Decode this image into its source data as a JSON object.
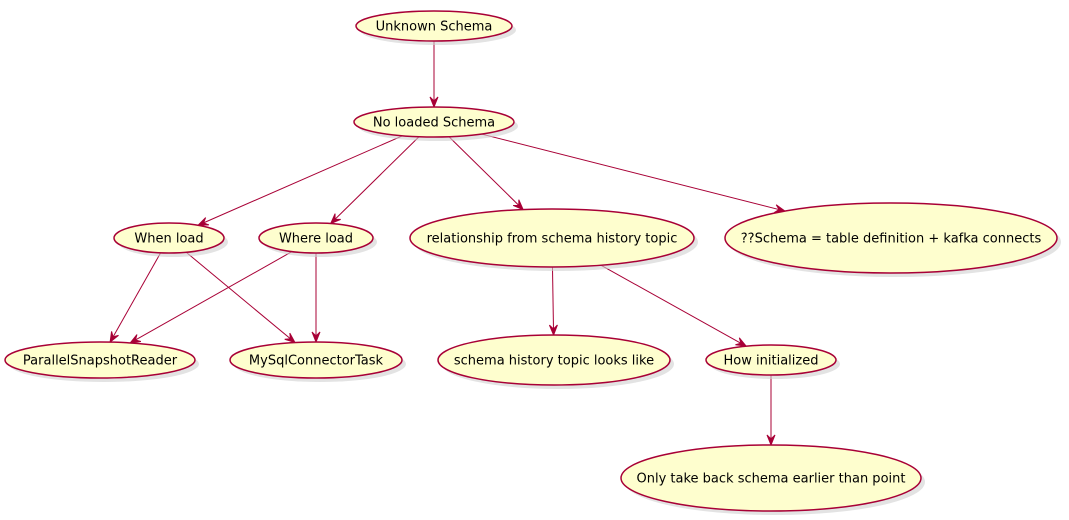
{
  "diagram": {
    "nodes": [
      {
        "id": "unknown_schema",
        "label": "Unknown Schema"
      },
      {
        "id": "no_loaded_schema",
        "label": "No loaded Schema"
      },
      {
        "id": "when_load",
        "label": "When load"
      },
      {
        "id": "where_load",
        "label": "Where load"
      },
      {
        "id": "relationship",
        "label": "relationship from schema history topic"
      },
      {
        "id": "schema_def",
        "label": "??Schema = table definition + kafka connects"
      },
      {
        "id": "parallel_reader",
        "label": "ParallelSnapshotReader"
      },
      {
        "id": "mysql_task",
        "label": "MySqlConnectorTask"
      },
      {
        "id": "history_looks",
        "label": "schema history topic looks like"
      },
      {
        "id": "how_initialized",
        "label": "How initialized"
      },
      {
        "id": "only_take_back",
        "label": "Only take back schema earlier than point"
      }
    ],
    "edges": [
      {
        "from": "unknown_schema",
        "to": "no_loaded_schema"
      },
      {
        "from": "no_loaded_schema",
        "to": "when_load"
      },
      {
        "from": "no_loaded_schema",
        "to": "where_load"
      },
      {
        "from": "no_loaded_schema",
        "to": "relationship"
      },
      {
        "from": "no_loaded_schema",
        "to": "schema_def"
      },
      {
        "from": "when_load",
        "to": "parallel_reader"
      },
      {
        "from": "when_load",
        "to": "mysql_task"
      },
      {
        "from": "where_load",
        "to": "parallel_reader"
      },
      {
        "from": "where_load",
        "to": "mysql_task"
      },
      {
        "from": "relationship",
        "to": "history_looks"
      },
      {
        "from": "relationship",
        "to": "how_initialized"
      },
      {
        "from": "how_initialized",
        "to": "only_take_back"
      }
    ],
    "colors": {
      "node_fill": "#FEFECE",
      "node_border": "#A80036",
      "edge": "#A80036",
      "text": "#000000"
    }
  }
}
